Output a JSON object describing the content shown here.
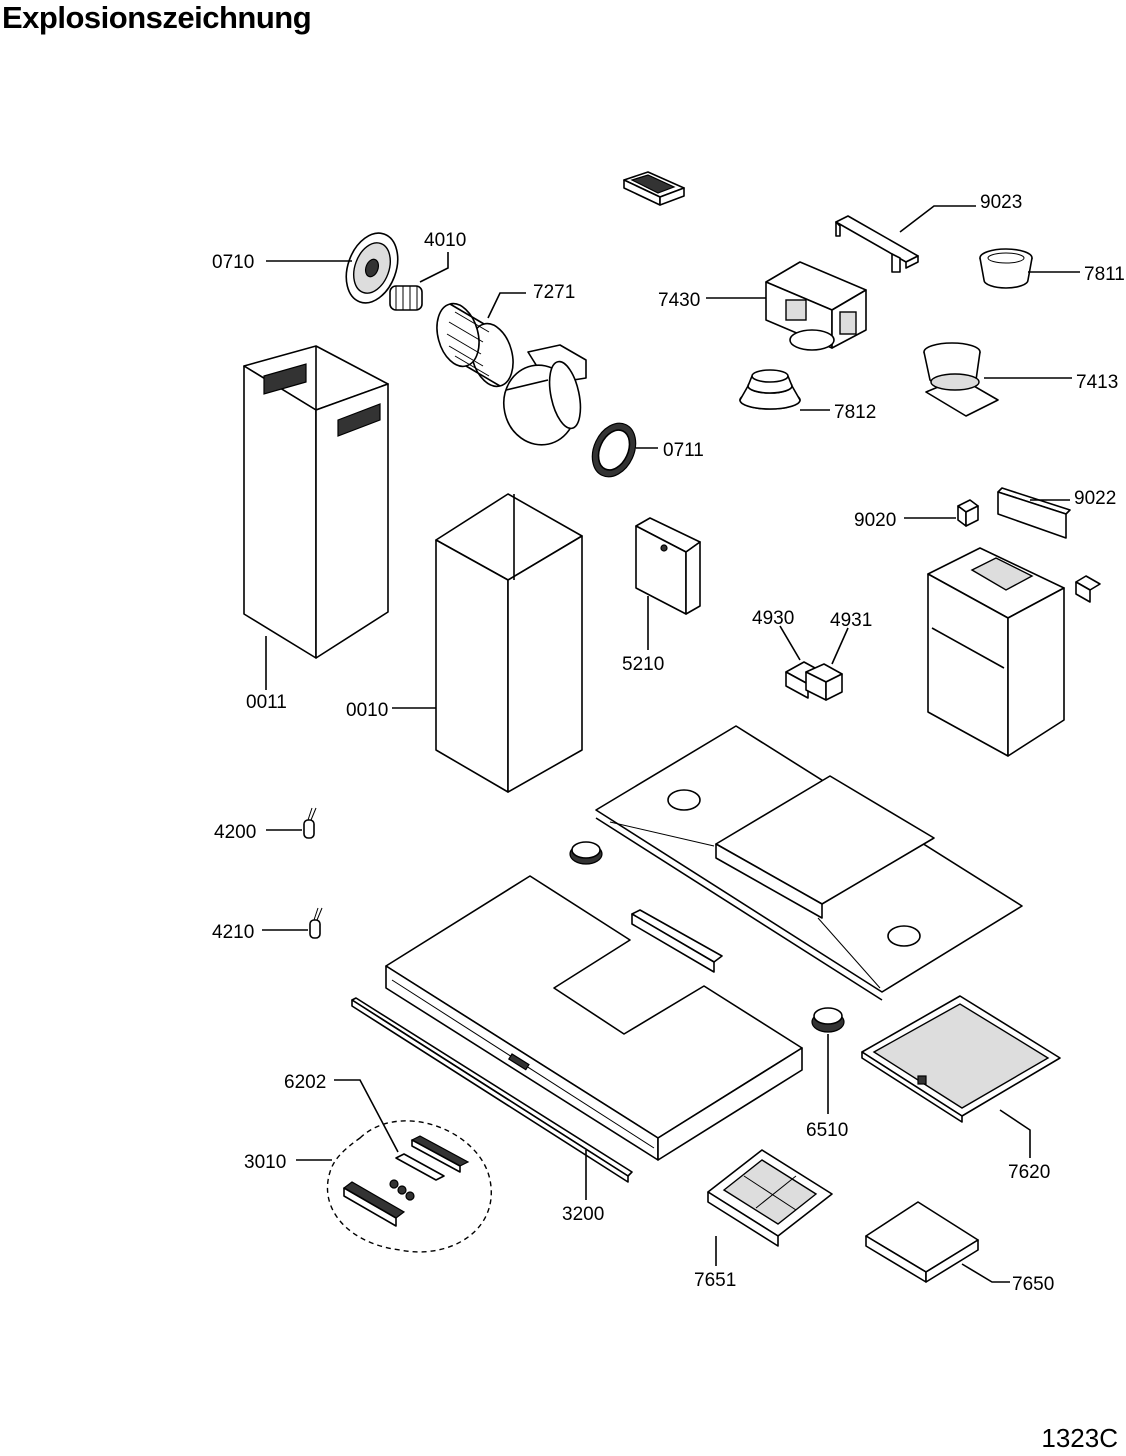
{
  "title": "Explosionszeichnung",
  "doc_number": "1323C",
  "part_labels": {
    "p0710": "0710",
    "p4010": "4010",
    "p7271": "7271",
    "p7430": "7430",
    "p9023": "9023",
    "p7811": "7811",
    "p7413": "7413",
    "p7812": "7812",
    "p0711": "0711",
    "p9020": "9020",
    "p9022": "9022",
    "p5210": "5210",
    "p4930": "4930",
    "p4931": "4931",
    "p0011": "0011",
    "p0010": "0010",
    "p4200": "4200",
    "p4210": "4210",
    "p6202": "6202",
    "p3010": "3010",
    "p3200": "3200",
    "p6510": "6510",
    "p7620": "7620",
    "p7651": "7651",
    "p7650": "7650"
  }
}
